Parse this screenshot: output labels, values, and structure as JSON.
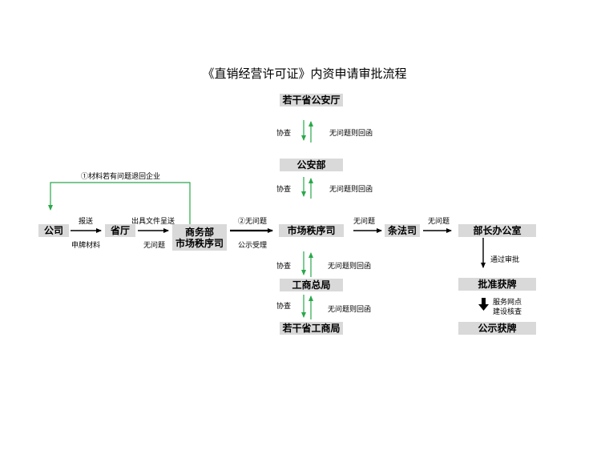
{
  "title": "《直销经营许可证》内资申请审批流程",
  "nodes": {
    "provincial_public_security": "若干省公安厅",
    "ministry_public_security": "公安部",
    "company": "公司",
    "province_office": "省厅",
    "ministry_commerce": "商务部",
    "market_order_dept_commerce": "市场秩序司",
    "market_order_dept": "市场秩序司",
    "treaty_law_dept": "条法司",
    "minister_office": "部长办公室",
    "saic": "工商总局",
    "provincial_aic": "若干省工商局",
    "approved_license": "批准获牌",
    "public_license": "公示获牌"
  },
  "labels": {
    "assist_check": "协查",
    "no_issue_reply": "无问题则回函",
    "return_if_issue": "①材料若有问题退回企业",
    "submit": "报送",
    "apply_materials": "申牌材料",
    "issue_document": "出具文件呈送",
    "no_issue": "无问题",
    "no_issue_2": "②无问题",
    "public_accept": "公示受理",
    "pass_review": "通过审批",
    "service_network_check_1": "服务网点",
    "service_network_check_2": "建设核查"
  },
  "colors": {
    "box_fill": "#d9d9d9",
    "green_arrow": "#2aa84a",
    "black_arrow": "#000000"
  }
}
